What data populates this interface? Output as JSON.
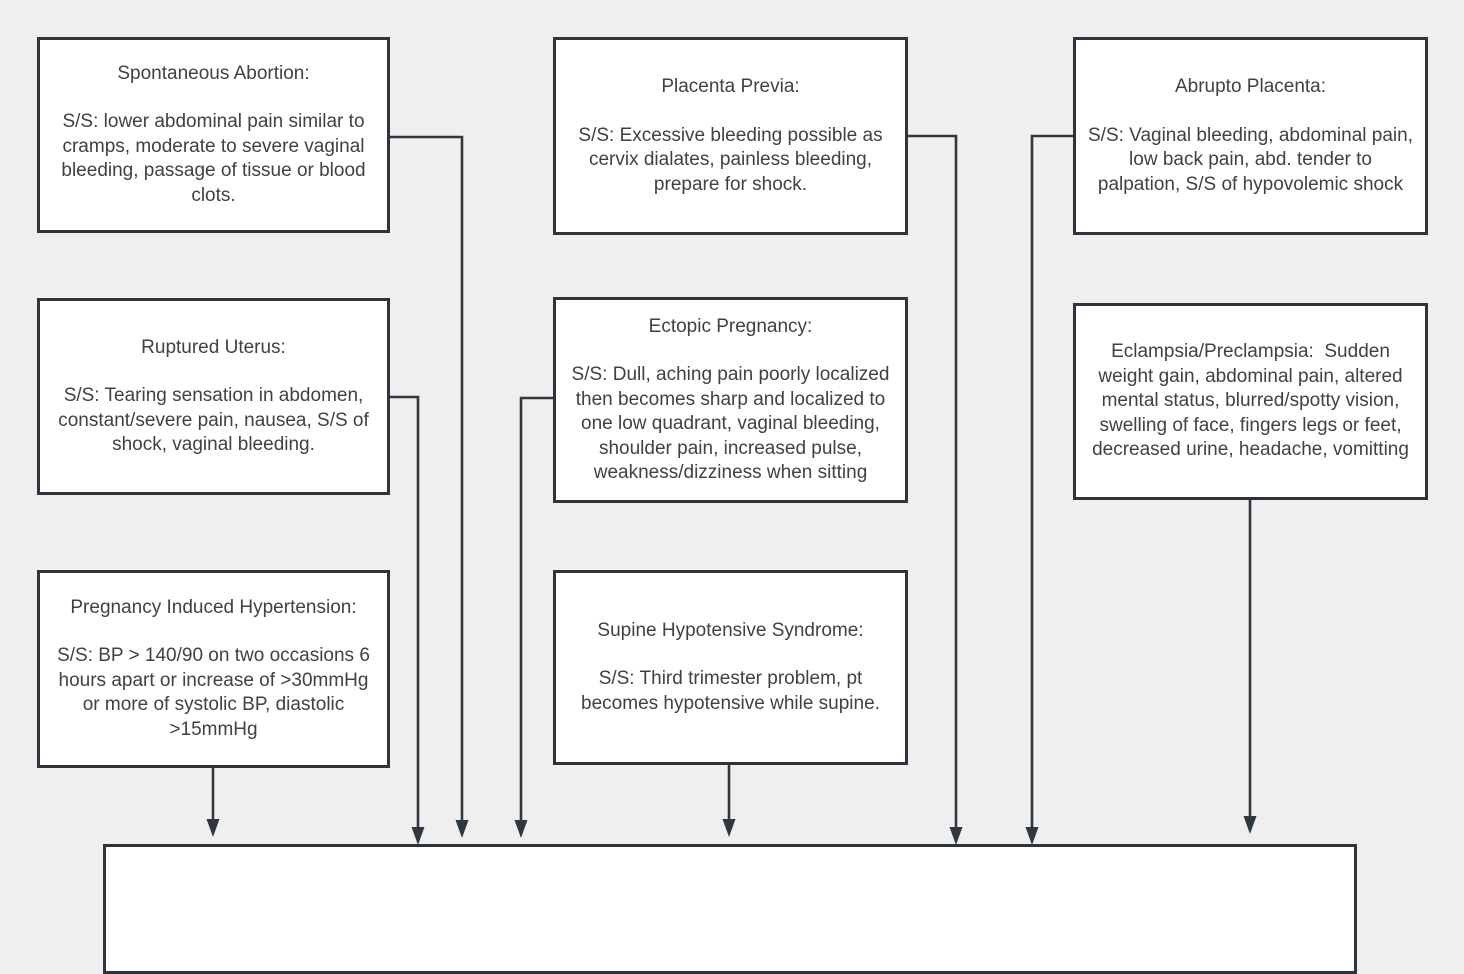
{
  "diagram": {
    "title_implicit": "Obstetric emergencies flowchart",
    "colors": {
      "background": "#efefef",
      "box_fill": "#ffffff",
      "border": "#2d343c",
      "text": "#3d4247",
      "connector": "#30373e"
    }
  },
  "boxes": [
    {
      "id": "spontaneous-abortion",
      "title": "Spontaneous Abortion:",
      "body": "S/S: lower abdominal pain similar to cramps, moderate to severe vaginal bleeding, passage of tissue or blood clots."
    },
    {
      "id": "placenta-previa",
      "title": "Placenta Previa:",
      "body": "S/S: Excessive bleeding possible as cervix dialates, painless bleeding, prepare for shock."
    },
    {
      "id": "abrupto-placenta",
      "title": "Abrupto Placenta:",
      "body": "S/S: Vaginal bleeding, abdominal pain, low back pain, abd. tender to palpation, S/S of hypovolemic shock"
    },
    {
      "id": "ruptured-uterus",
      "title": "Ruptured Uterus:",
      "body": "S/S: Tearing sensation in abdomen, constant/severe pain, nausea, S/S of shock, vaginal bleeding."
    },
    {
      "id": "ectopic-pregnancy",
      "title": "Ectopic Pregnancy:",
      "body": "S/S: Dull, aching pain poorly localized then becomes sharp and localized to one low quadrant, vaginal bleeding, shoulder pain, increased pulse, weakness/dizziness when sitting"
    },
    {
      "id": "eclampsia-preclampsia",
      "title": "",
      "body": "Eclampsia/Preclampsia:  Sudden weight gain, abdominal pain, altered mental status, blurred/spotty vision, swelling of face, fingers legs or feet, decreased urine, headache, vomitting"
    },
    {
      "id": "pregnancy-induced-hypertension",
      "title": "Pregnancy Induced Hypertension:",
      "body": "S/S: BP > 140/90 on two occasions 6 hours apart or increase of >30mmHg or more of systolic BP, diastolic >15mmHg"
    },
    {
      "id": "supine-hypotensive-syndrome",
      "title": "Supine Hypotensive Syndrome:",
      "body": "S/S: Third trimester problem, pt becomes hypotensive while supine."
    },
    {
      "id": "destination-box",
      "title": "",
      "body": ""
    }
  ]
}
